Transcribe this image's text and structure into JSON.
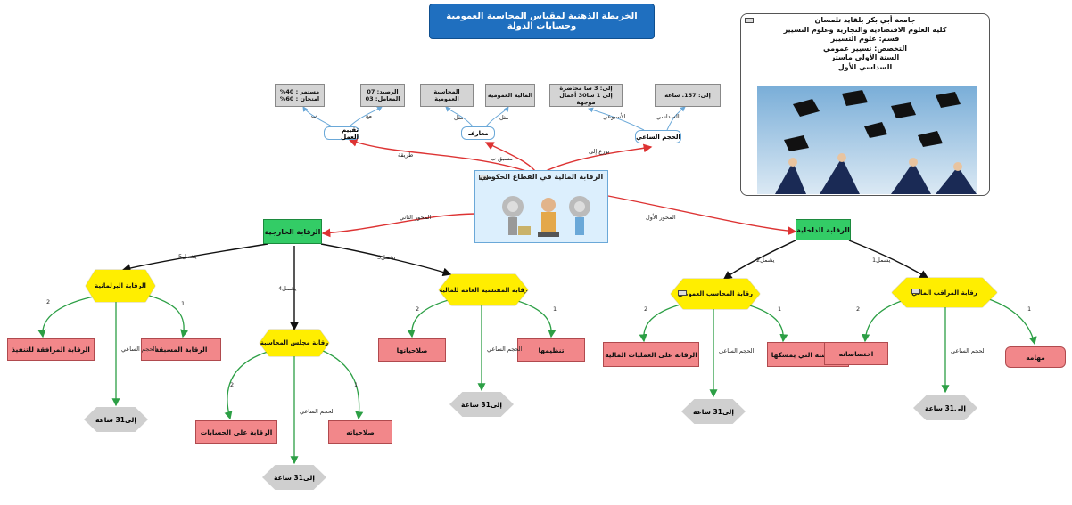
{
  "title": "الخريطة الذهنية لمقياس المحاسبة العمومية وحسابات الدولة",
  "info": {
    "lines": [
      "جامعة أبي بكر بلقايد تلمسان",
      "كلية العلوم الاقتصادية والتجارية وعلوم التسيير",
      "قسم: علوم التسيير",
      "التخصص: تسيير عمومي",
      "السنة الأولى ماستر",
      "السداسي الأول"
    ]
  },
  "central": {
    "title": "الرقابة المالية في القطاع الحكومي"
  },
  "top": {
    "evaluation": "تقييم العمل",
    "knowledge": "معارف",
    "hours": "الحجم الساعي",
    "box_eval_1": "مستمر : 40%",
    "box_eval_2": "امتحان : 60%",
    "box_bal_1": "الرصيد: 07",
    "box_bal_2": "المعامل: 03",
    "box_k1": "المحاسبة العمومية",
    "box_k2": "المالية العمومية",
    "box_w1": "إلى: 3 سا محاضرة",
    "box_w2": "إلى 1 سا30 أعمال موجهة",
    "box_s1": "إلى: 157. ساعة",
    "lbl_method": "طريقة",
    "lbl_prior": "مسبق ب",
    "lbl_dist": "يوزع إلى",
    "lbl_eval_a": "ب",
    "lbl_eval_b": "مع",
    "lbl_k_a": "مثل",
    "lbl_k_b": "مثل",
    "lbl_weekly": "الأسبوعي",
    "lbl_semester": "السداسي"
  },
  "axes": {
    "second": "المحور الثاني",
    "first": "المحور الأول"
  },
  "external": {
    "title": "الرقابة الخارجية",
    "inc3": "يشمل3",
    "inc4": "يشمل4",
    "inc5": "يشمل5",
    "parl": "الرقابة البرلمانية",
    "court": "رقابة مجلس المحاسبة",
    "igf": "رقابة المفتشية العامة للمالية",
    "parl_1": "الرقابة المسبقة",
    "parl_2": "الرقابة المرافقة للتنفيذ",
    "court_1": "صلاحياته",
    "court_2": "الرقابة على الحسابات",
    "igf_1": "تنظيمها",
    "igf_2": "صلاحياتها"
  },
  "internal": {
    "title": "الرقابة الداخلية",
    "inc1": "يشمل1",
    "inc2": "يشمل2",
    "cfo": "رقابة المراقب المالي",
    "acct": "رقابة المحاسب العمومي",
    "cfo_1": "مهامه",
    "cfo_2": "اختصاصاته",
    "acct_1": "المحاسبة التي يمسكها",
    "acct_2": "الرقابة على العمليات المالية"
  },
  "common": {
    "hours_label": "الحجم الساعي",
    "hours_value": "إلى31 ساعة",
    "n1": "1",
    "n2": "2"
  }
}
